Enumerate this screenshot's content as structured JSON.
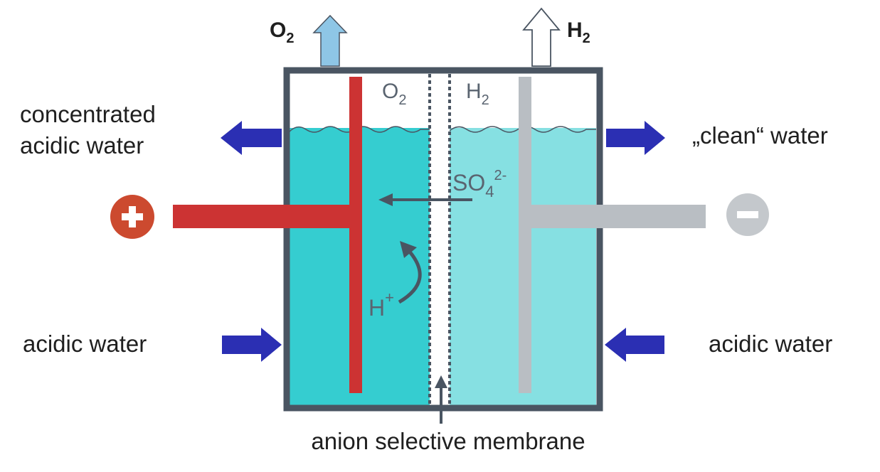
{
  "labels": {
    "o2_out_base": "O",
    "o2_out_sub": "2",
    "h2_out_base": "H",
    "h2_out_sub": "2",
    "o2_in_base": "O",
    "o2_in_sub": "2",
    "h2_in_base": "H",
    "h2_in_sub": "2",
    "so4_base": "SO",
    "so4_sub": "4",
    "so4_sup": "2-",
    "h_base": "H",
    "h_sup": "+",
    "concentrated_line1": "concentrated",
    "concentrated_line2": "acidic water",
    "clean_water": "„clean“ water",
    "acidic_water_left": "acidic water",
    "acidic_water_right": "acidic water",
    "membrane": "anion selective membrane"
  },
  "colors": {
    "tank_border": "#4a5562",
    "anode_water": "#35cdd0",
    "cathode_water": "#86e0e2",
    "anode": "#cc3333",
    "cathode": "#b9bec3",
    "flow_arrow": "#2b2fb3",
    "o2_arrow": "#8ec6e6",
    "plus_circle": "#cc4a2f",
    "minus_circle": "#c4c8cc"
  },
  "icons": {
    "positive": "plus-icon",
    "negative": "minus-icon"
  }
}
